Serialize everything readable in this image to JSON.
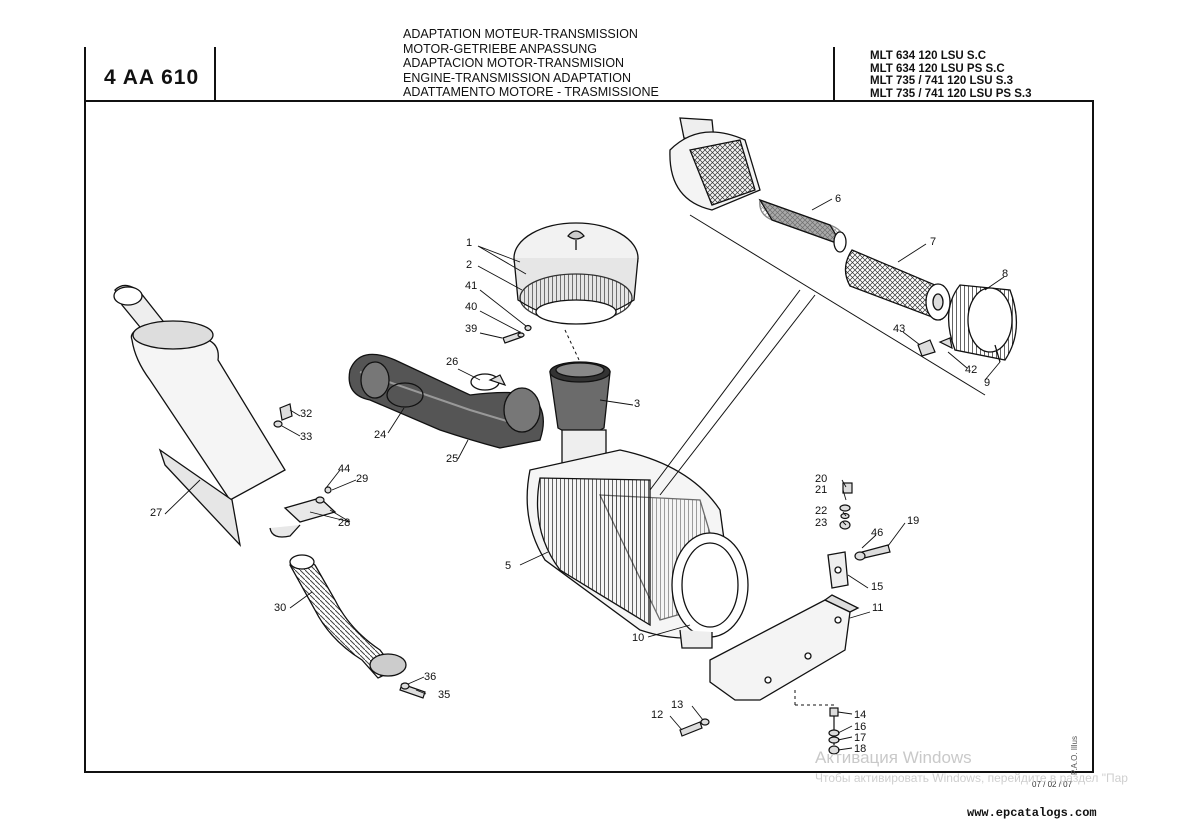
{
  "header": {
    "code": "4 AA 610",
    "titles": [
      "ADAPTATION MOTEUR-TRANSMISSION",
      "MOTOR-GETRIEBE ANPASSUNG",
      "ADAPTACION MOTOR-TRANSMISION",
      "ENGINE-TRANSMISSION ADAPTATION",
      "ADATTAMENTO MOTORE - TRASMISSIONE"
    ],
    "models": [
      "MLT 634 120 LSU  S.C",
      "MLT 634 120 LSU PS S.C",
      "MLT 735 / 741 120 LSU S.3",
      "MLT 735 / 741 120 LSU PS S.3"
    ]
  },
  "callouts": [
    "1",
    "2",
    "3",
    "5",
    "6",
    "7",
    "8",
    "9",
    "10",
    "11",
    "12",
    "13",
    "14",
    "15",
    "16",
    "17",
    "18",
    "19",
    "20",
    "21",
    "22",
    "23",
    "24",
    "25",
    "26",
    "27",
    "28",
    "29",
    "30",
    "32",
    "33",
    "35",
    "36",
    "39",
    "40",
    "41",
    "42",
    "43",
    "44",
    "46"
  ],
  "footer": {
    "date": "07 / 02 / 07",
    "credit": "P.A.O. Illus",
    "watermark_title": "Активация Windows",
    "watermark_sub": "Чтобы активировать Windows, перейдите в раздел \"Пар",
    "website": "www.epcatalogs.com"
  }
}
